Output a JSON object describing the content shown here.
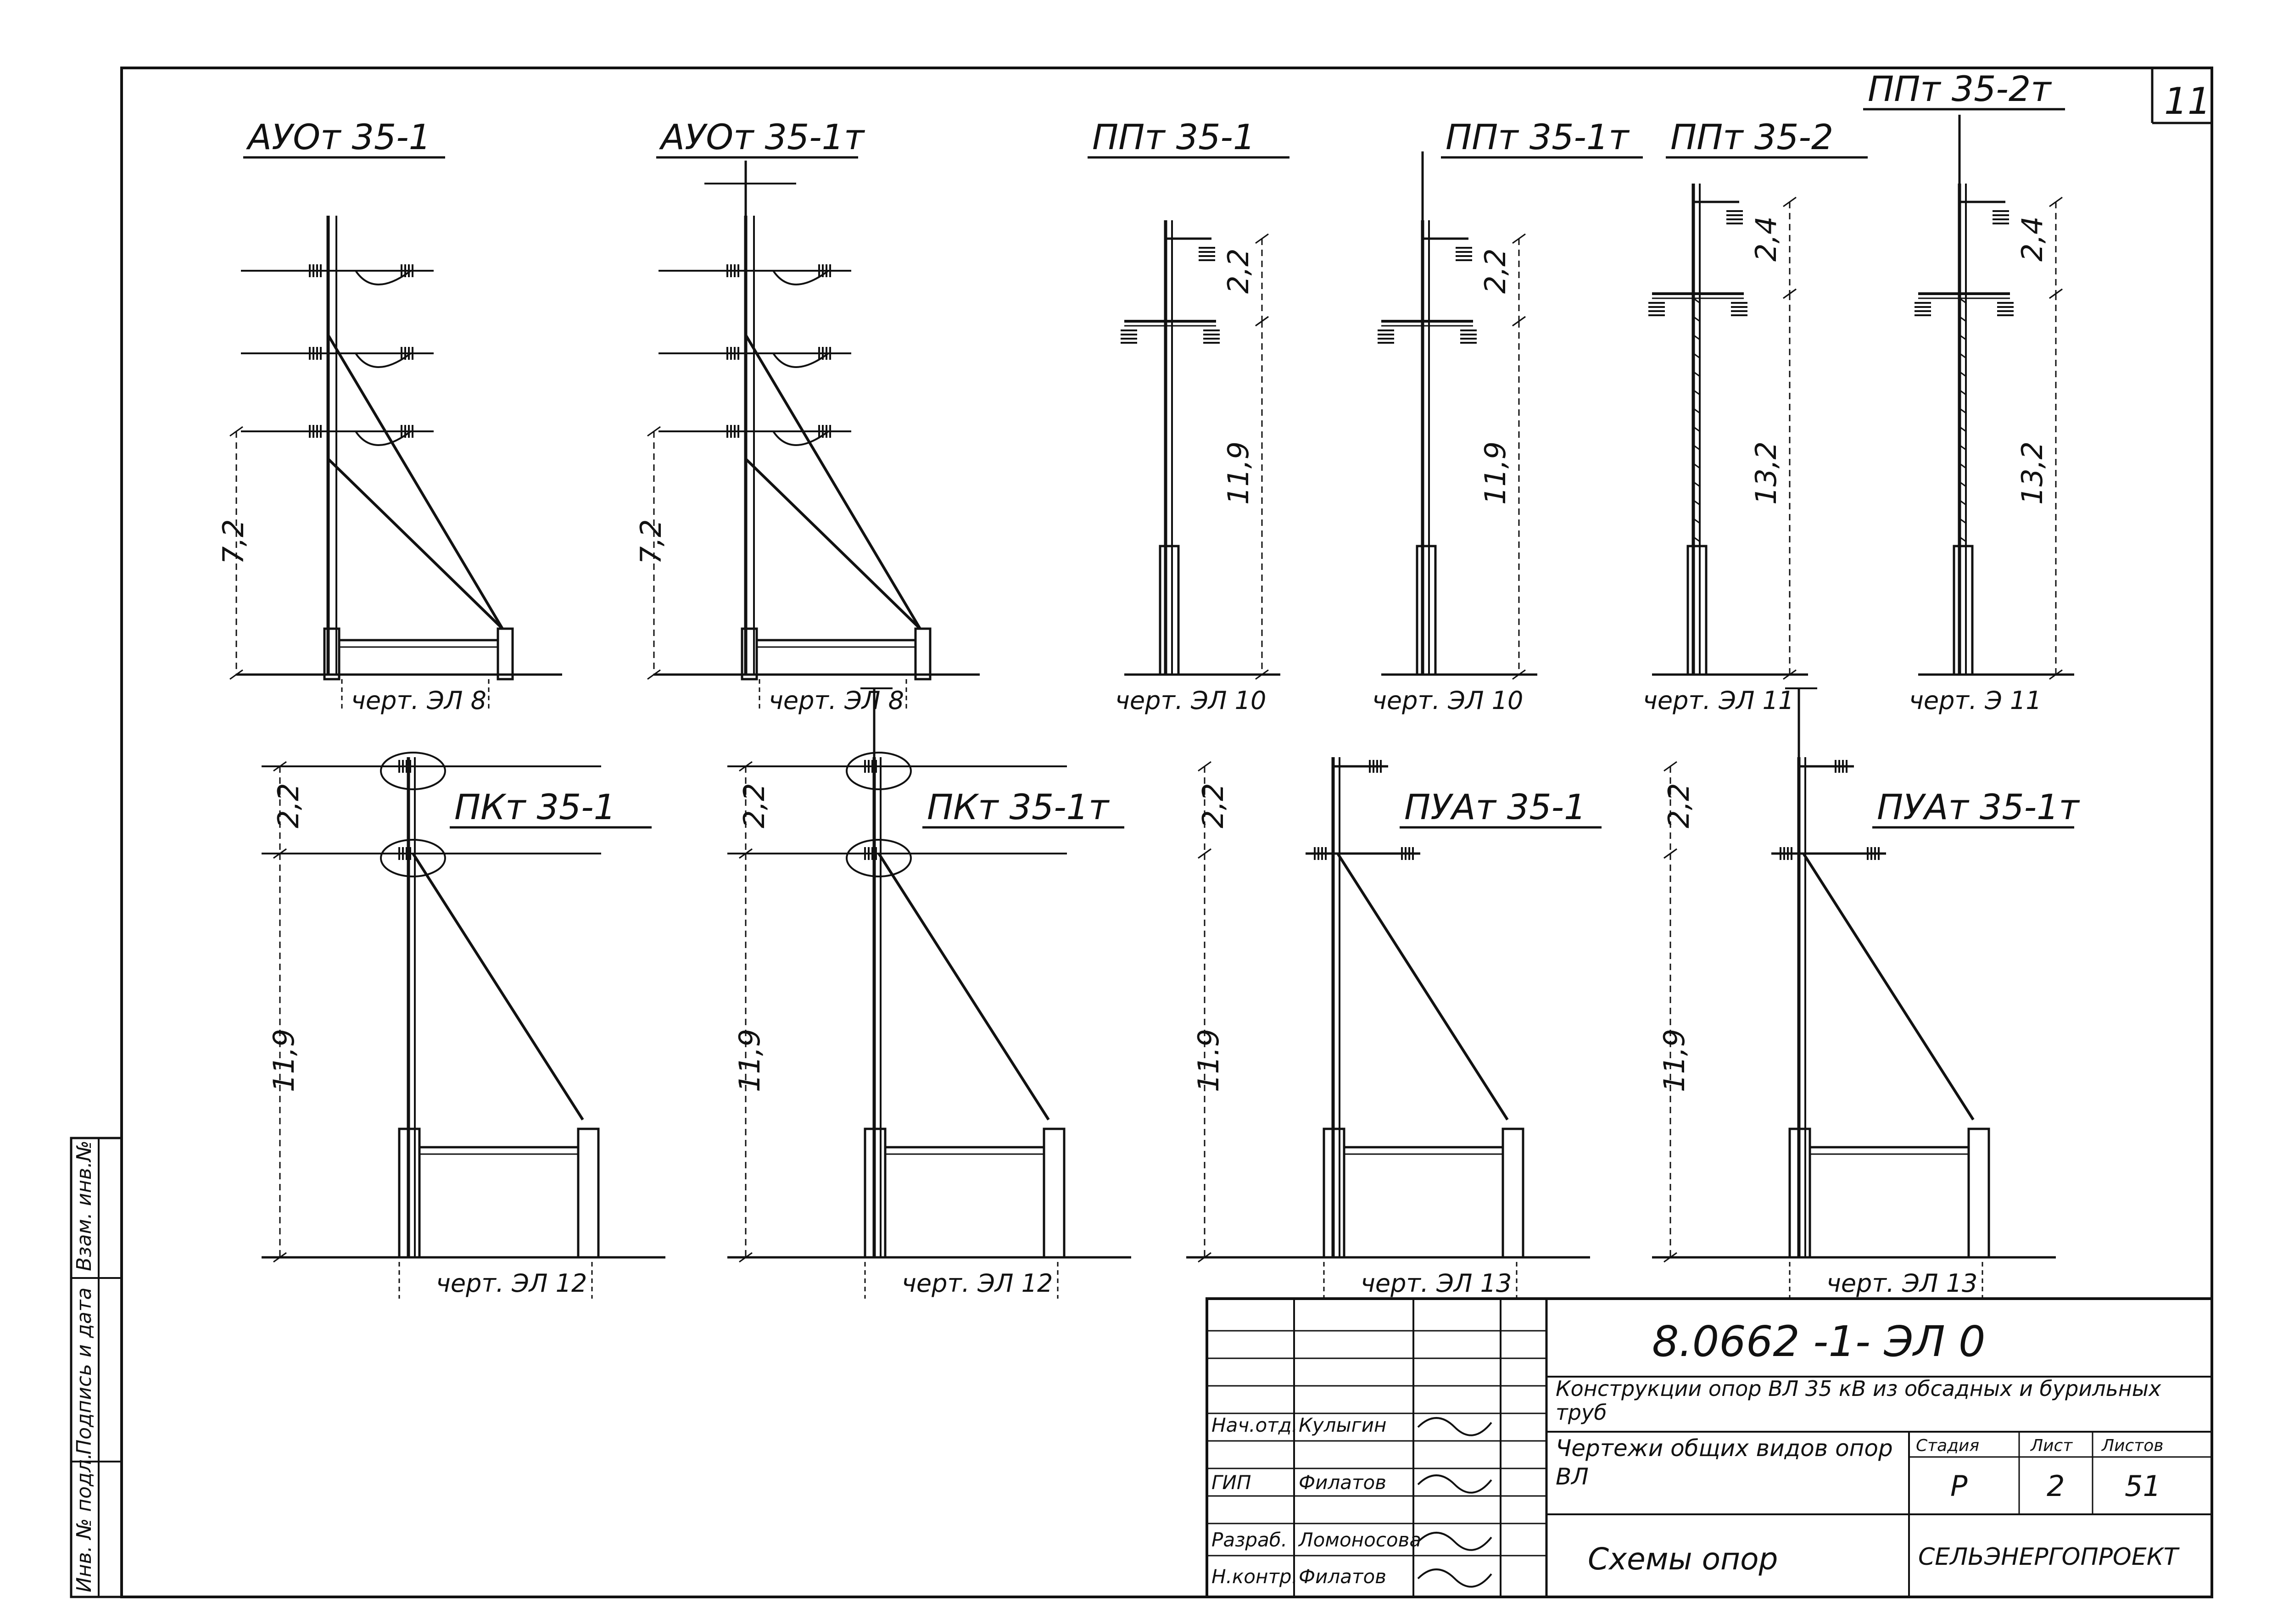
{
  "sheet": {
    "number": "11",
    "designation": "8.0662 -1- ЭЛ 0",
    "project_title": "Конструкции опор ВЛ 35 кВ из обсадных и бурильных труб",
    "drawing_title": "Чертежи общих видов опор ВЛ",
    "sheet_title": "Схемы опор",
    "organization": "СЕЛЬЭНЕРГОПРОЕКТ"
  },
  "stamp": {
    "headers": {
      "stage": "Стадия",
      "sheet": "Лист",
      "sheets": "Листов"
    },
    "values": {
      "stage": "Р",
      "sheet": "2",
      "sheets": "51"
    },
    "signatures": [
      {
        "role": "Нач.отд.",
        "name": "Кулыгин"
      },
      {
        "role": "ГИП",
        "name": "Филатов"
      },
      {
        "role": "Разраб.",
        "name": "Ломоносова"
      },
      {
        "role": "Н.контр.",
        "name": "Филатов"
      }
    ]
  },
  "left_margin": {
    "labels": [
      "Инв. № подл.",
      "Подпись и дата",
      "Взам. инв.№"
    ]
  },
  "supports": [
    {
      "id": "ayot35-1",
      "title": "АУОт 35-1",
      "ref": "черт. ЭЛ 8",
      "height": "7,2",
      "type": "anchor"
    },
    {
      "id": "ayot35-1t",
      "title": "АУОт 35-1т",
      "ref": "черт. ЭЛ 8",
      "height": "7,2",
      "type": "anchor-t"
    },
    {
      "id": "ppt35-1",
      "title": "ППт 35-1",
      "ref": "черт. ЭЛ 10",
      "height": "11,9",
      "top": "2,2",
      "type": "inter"
    },
    {
      "id": "ppt35-1t",
      "title": "ППт 35-1т",
      "ref": "черт. ЭЛ 10",
      "height": "11,9",
      "top": "2,2",
      "type": "inter-t"
    },
    {
      "id": "ppt35-2",
      "title": "ППт 35-2",
      "ref": "черт. ЭЛ 11",
      "height": "13,2",
      "top": "2,4",
      "type": "inter2"
    },
    {
      "id": "ppt35-2t",
      "title": "ППт 35-2т",
      "ref": "черт. Э 11",
      "height": "13,2",
      "top": "2,4",
      "type": "inter2-t"
    },
    {
      "id": "pkt35-1",
      "title": "ПКт 35-1",
      "ref": "черт. ЭЛ 12",
      "height": "11,9",
      "top": "2,2",
      "type": "corner"
    },
    {
      "id": "pkt35-1t",
      "title": "ПКт 35-1т",
      "ref": "черт. ЭЛ 12",
      "height": "11,9",
      "top": "2,2",
      "type": "corner-t"
    },
    {
      "id": "puat35-1",
      "title": "ПУАт 35-1",
      "ref": "черт. ЭЛ 13",
      "height": "11.9",
      "top": "2,2",
      "type": "ua"
    },
    {
      "id": "puat35-1t",
      "title": "ПУАт 35-1т",
      "ref": "черт. ЭЛ 13",
      "height": "11,9",
      "top": "2,2",
      "type": "ua-t"
    }
  ]
}
